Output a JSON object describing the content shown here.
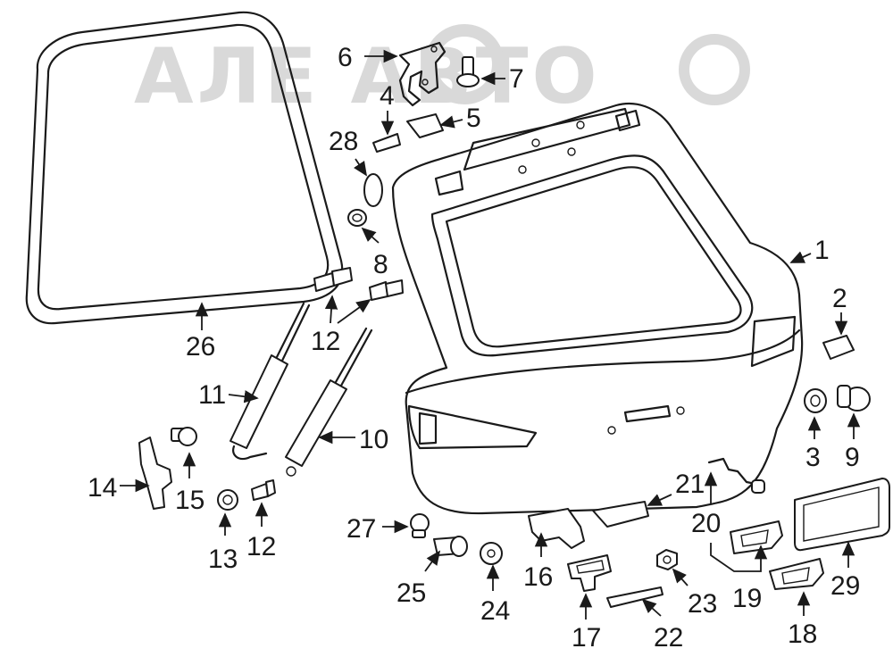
{
  "watermark": "АЛЕ  АВТО",
  "callouts": {
    "c1": "1",
    "c2": "2",
    "c3": "3",
    "c4": "4",
    "c5": "5",
    "c6": "6",
    "c7": "7",
    "c8": "8",
    "c9": "9",
    "c10": "10",
    "c11": "11",
    "c12a": "12",
    "c12b": "12",
    "c13": "13",
    "c14": "14",
    "c15": "15",
    "c16": "16",
    "c17": "17",
    "c18": "18",
    "c19": "19",
    "c20": "20",
    "c21": "21",
    "c22": "22",
    "c23": "23",
    "c24": "24",
    "c25": "25",
    "c26": "26",
    "c27": "27",
    "c28": "28",
    "c29": "29"
  }
}
